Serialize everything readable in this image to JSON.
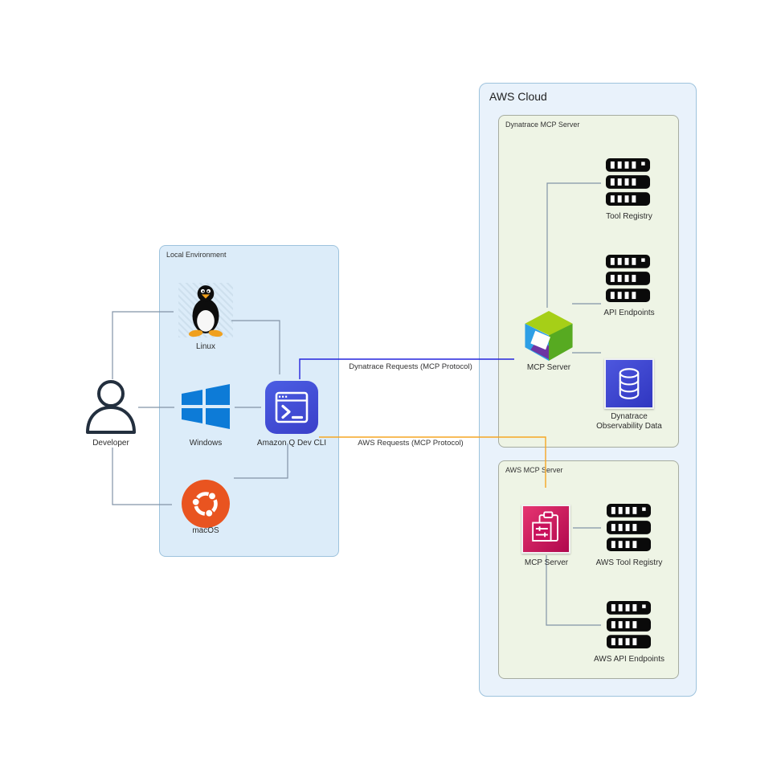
{
  "actor": {
    "label": "Developer"
  },
  "local_env": {
    "title": "Local Environment",
    "linux_label": "Linux",
    "windows_label": "Windows",
    "qcli_label": "Amazon Q Dev CLI",
    "macos_label": "macOS"
  },
  "aws_cloud": {
    "title": "AWS Cloud",
    "dynatrace_box": {
      "title": "Dynatrace MCP Server",
      "mcp_server_label": "MCP Server",
      "tool_registry_label": "Tool Registry",
      "api_endpoints_label": "API Endpoints",
      "observability_label_line1": "Dynatrace",
      "observability_label_line2": "Observability Data"
    },
    "aws_box": {
      "title": "AWS MCP Server",
      "mcp_server_label": "MCP Server",
      "tool_registry_label": "AWS Tool Registry",
      "api_endpoints_label": "AWS API Endpoints"
    }
  },
  "edges": {
    "dynatrace_request_label": "Dynatrace Requests (MCP Protocol)",
    "aws_request_label": "AWS Requests (MCP Protocol)"
  },
  "colors": {
    "aws_cloud_fill": "#e9f2fb",
    "aws_cloud_border": "#9ec3dd",
    "green_box_fill": "#eef4e5",
    "green_box_border": "#a6aca0",
    "local_fill": "#dcecf9",
    "local_border": "#9ec3dd",
    "edge_gray": "#8293a6",
    "edge_blue": "#2525dd",
    "edge_orange": "#f5a623",
    "text_dark": "#2d2d2d",
    "ubuntu_orange": "#e95420",
    "windows_blue": "#0d7bd7",
    "person_stroke": "#232f3e",
    "rack_black": "#0a0a0a",
    "tux_orange": "#f0a01e",
    "qcli_grad_start": "#4b5ee3",
    "qcli_grad_end": "#3a3fc9",
    "obs_grad_start": "#4d57de",
    "obs_grad_end": "#3036c0",
    "aws_pink_start": "#e63571",
    "aws_pink_end": "#b0084d",
    "aws_pink_mid": "#c9115c",
    "cube_lime": "#a6cf17",
    "cube_green": "#57aa21",
    "cube_blue": "#2d9fe5",
    "cube_purple": "#6d35a3"
  }
}
